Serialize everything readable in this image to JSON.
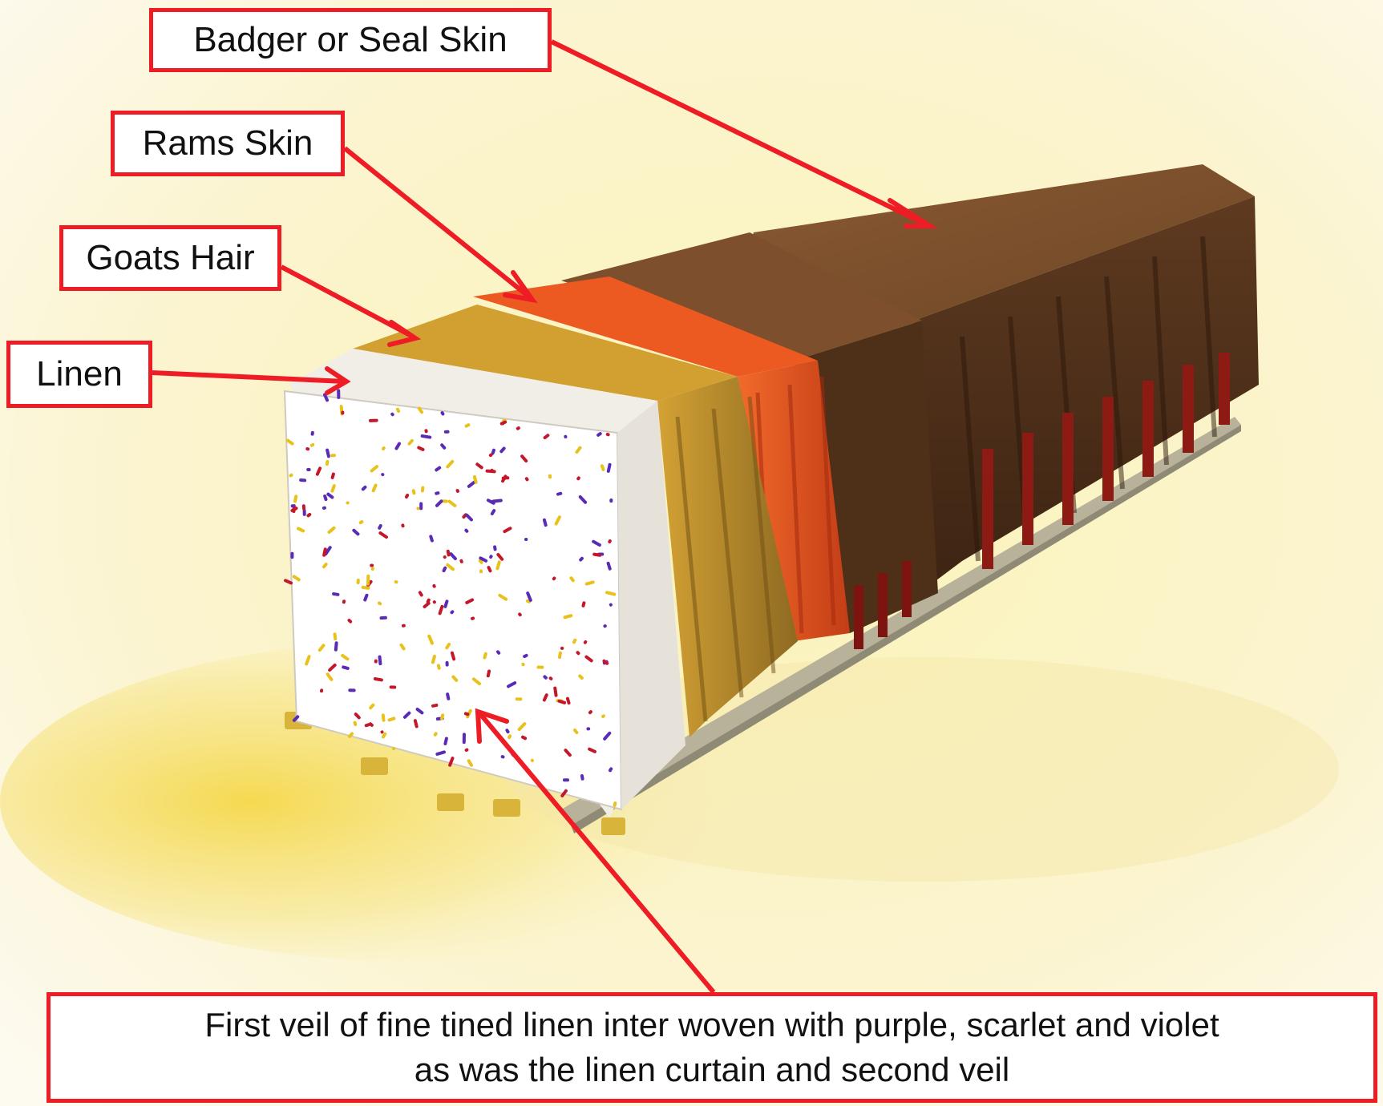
{
  "labels": {
    "badger": "Badger or Seal Skin",
    "rams": "Rams Skin",
    "goats": "Goats Hair",
    "linen": "Linen",
    "veil_line1": "First veil of fine tined linen inter woven with purple, scarlet and violet",
    "veil_line2": "as was the linen curtain and second veil"
  },
  "colors": {
    "accent_red": "#ee1c24",
    "badger_skin": "#6b4526",
    "rams_skin": "#e8501e",
    "goats_hair": "#c4962a",
    "linen": "#ffffff",
    "sprinkle_purple": "#5a2bb5",
    "sprinkle_scarlet": "#c4182a",
    "sprinkle_yellow": "#e8c21a"
  }
}
